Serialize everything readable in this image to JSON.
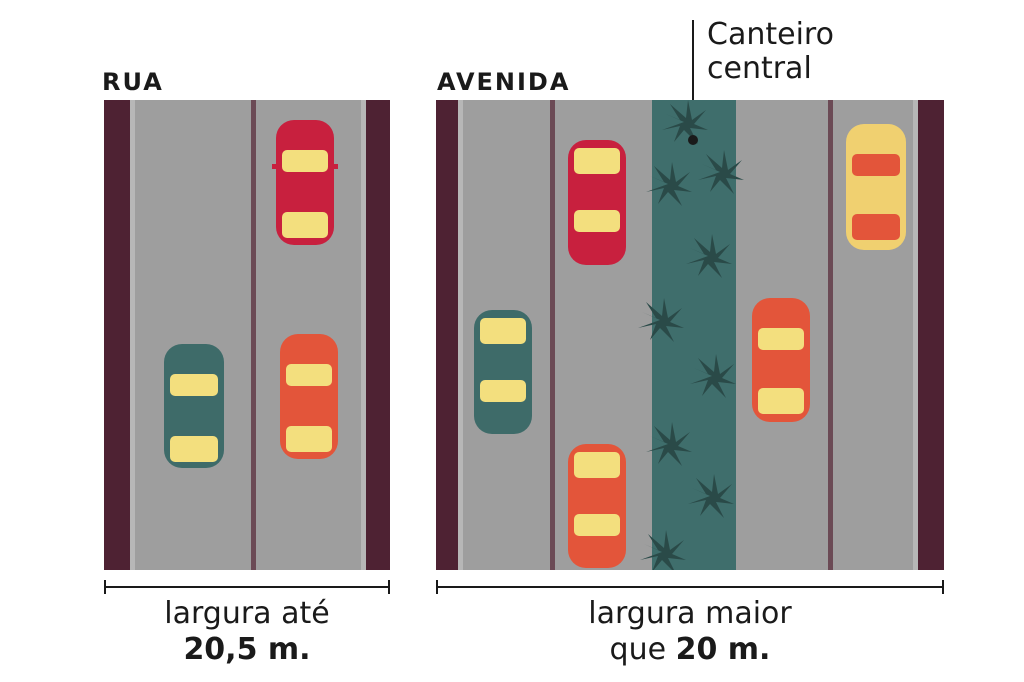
{
  "rua": {
    "title": "RUA",
    "caption_line1": "largura até",
    "caption_value": "20,5 m."
  },
  "avenida": {
    "title": "AVENIDA",
    "caption_line1": "largura maior",
    "caption_prefix": "que ",
    "caption_value": "20 m."
  },
  "callout": {
    "line1": "Canteiro",
    "line2": "central"
  },
  "colors": {
    "asphalt": "#9e9e9e",
    "curb": "#4e2233",
    "lane_line": "#6b4a55",
    "median": "#3f6e6c",
    "palm": "#2a4a48",
    "car_red": "#c8203e",
    "car_orange": "#e3553a",
    "car_teal": "#3e6b69",
    "car_yellow": "#f0d070",
    "window": "#f3df7e"
  }
}
